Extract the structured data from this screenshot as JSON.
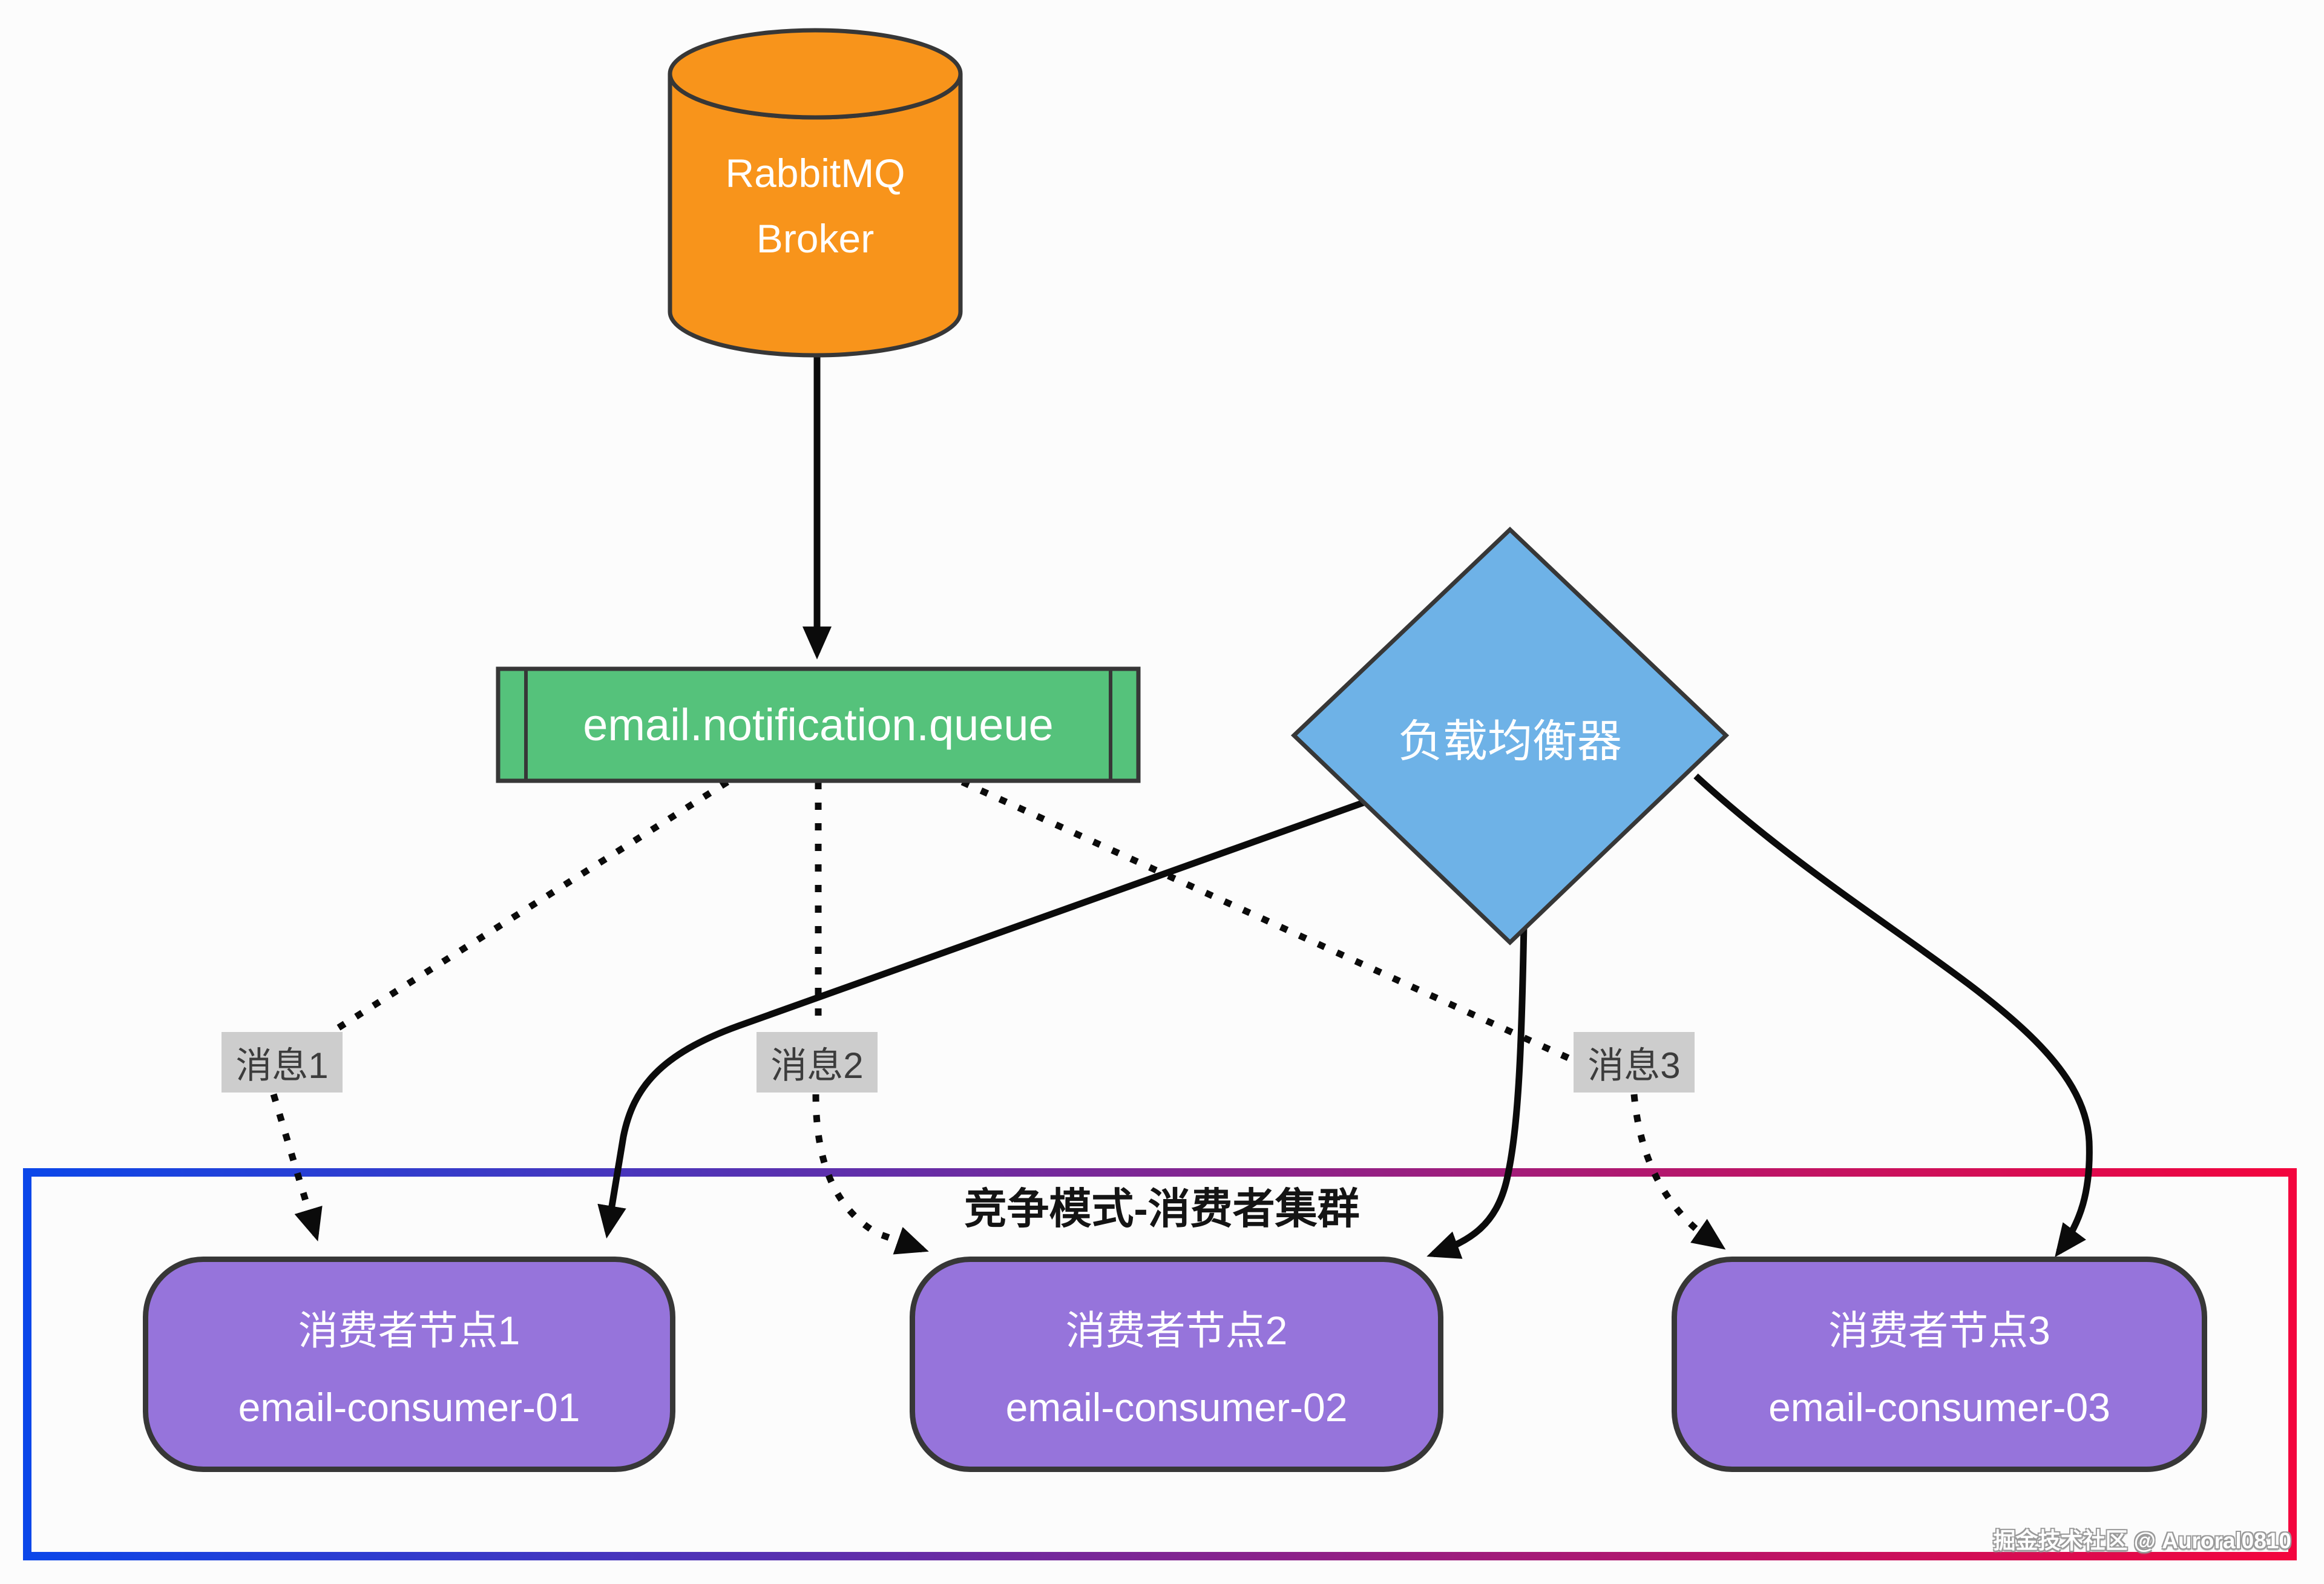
{
  "broker": {
    "line1": "RabbitMQ",
    "line2": "Broker",
    "fill": "#f8941b"
  },
  "queue": {
    "label": "email.notification.queue",
    "fill": "#55c27b"
  },
  "load_balancer": {
    "label": "负载均衡器",
    "fill": "#6eb2e7"
  },
  "messages": [
    {
      "label": "消息1"
    },
    {
      "label": "消息2"
    },
    {
      "label": "消息3"
    }
  ],
  "message_label_bg": "#cdcdcd",
  "cluster_box": {
    "title": "竞争模式-消费者集群",
    "border_left_color": "#0c47e9",
    "border_right_color": "#f3053e"
  },
  "consumers": [
    {
      "name": "消费者节点1",
      "id": "email-consumer-01"
    },
    {
      "name": "消费者节点2",
      "id": "email-consumer-02"
    },
    {
      "name": "消费者节点3",
      "id": "email-consumer-03"
    }
  ],
  "consumer_fill": "#9674db",
  "watermark": {
    "text": "掘金技术社区 @ Auroral0810"
  }
}
